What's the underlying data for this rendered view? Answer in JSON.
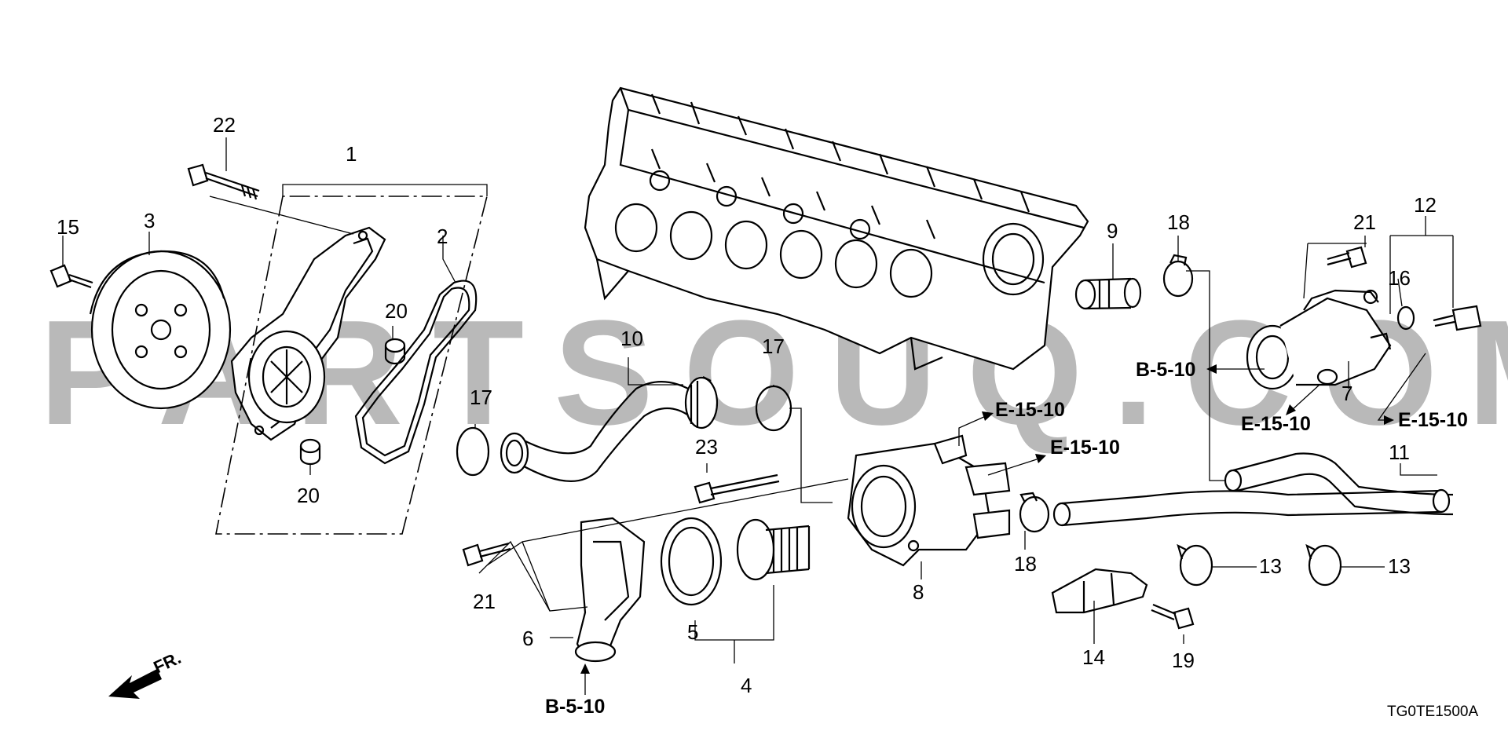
{
  "watermark": "PARTSOUQ.COM",
  "diagram_code": "TG0TE1500A",
  "front_marker": "FR.",
  "callouts": [
    {
      "id": "c22",
      "text": "22"
    },
    {
      "id": "c1",
      "text": "1"
    },
    {
      "id": "c2",
      "text": "2"
    },
    {
      "id": "c3",
      "text": "3"
    },
    {
      "id": "c15",
      "text": "15"
    },
    {
      "id": "c20a",
      "text": "20"
    },
    {
      "id": "c20b",
      "text": "20"
    },
    {
      "id": "c10",
      "text": "10"
    },
    {
      "id": "c17a",
      "text": "17"
    },
    {
      "id": "c17b",
      "text": "17"
    },
    {
      "id": "c23",
      "text": "23"
    },
    {
      "id": "c21a",
      "text": "21"
    },
    {
      "id": "c6",
      "text": "6"
    },
    {
      "id": "c5",
      "text": "5"
    },
    {
      "id": "c4",
      "text": "4"
    },
    {
      "id": "c8",
      "text": "8"
    },
    {
      "id": "c9",
      "text": "9"
    },
    {
      "id": "c18a",
      "text": "18"
    },
    {
      "id": "c18b",
      "text": "18"
    },
    {
      "id": "c21b",
      "text": "21"
    },
    {
      "id": "c12",
      "text": "12"
    },
    {
      "id": "c16",
      "text": "16"
    },
    {
      "id": "c7",
      "text": "7"
    },
    {
      "id": "c11",
      "text": "11"
    },
    {
      "id": "c13a",
      "text": "13"
    },
    {
      "id": "c13b",
      "text": "13"
    },
    {
      "id": "c14",
      "text": "14"
    },
    {
      "id": "c19",
      "text": "19"
    }
  ],
  "refs": [
    {
      "id": "r1",
      "text": "B-5-10"
    },
    {
      "id": "r2",
      "text": "E-15-10"
    },
    {
      "id": "r3",
      "text": "E-15-10"
    },
    {
      "id": "r4",
      "text": "B-5-10"
    },
    {
      "id": "r5",
      "text": "E-15-10"
    },
    {
      "id": "r6",
      "text": "E-15-10"
    }
  ]
}
